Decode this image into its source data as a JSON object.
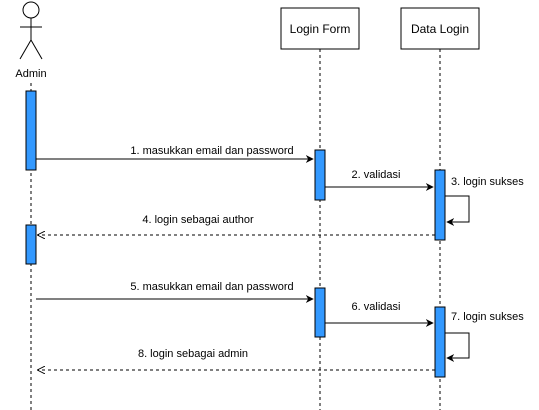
{
  "participants": [
    {
      "id": "admin",
      "name": "Admin",
      "kind": "actor"
    },
    {
      "id": "login_form",
      "name": "Login Form",
      "kind": "object"
    },
    {
      "id": "data_login",
      "name": "Data Login",
      "kind": "object"
    }
  ],
  "messages": [
    {
      "label": "1. masukkan email dan password",
      "from": "admin",
      "to": "login_form",
      "style": "sync"
    },
    {
      "label": "2. validasi",
      "from": "login_form",
      "to": "data_login",
      "style": "sync"
    },
    {
      "label": "3. login sukses",
      "from": "data_login",
      "to": "data_login",
      "style": "self"
    },
    {
      "label": "4. login sebagai author",
      "from": "data_login",
      "to": "admin",
      "style": "return"
    },
    {
      "label": "5. masukkan email dan password",
      "from": "admin",
      "to": "login_form",
      "style": "sync"
    },
    {
      "label": "6. validasi",
      "from": "login_form",
      "to": "data_login",
      "style": "sync"
    },
    {
      "label": "7. login sukses",
      "from": "data_login",
      "to": "data_login",
      "style": "self"
    },
    {
      "label": "8. login sebagai admin",
      "from": "data_login",
      "to": "admin",
      "style": "return"
    }
  ],
  "colors": {
    "activation": "#3399ff",
    "line": "#000000"
  }
}
